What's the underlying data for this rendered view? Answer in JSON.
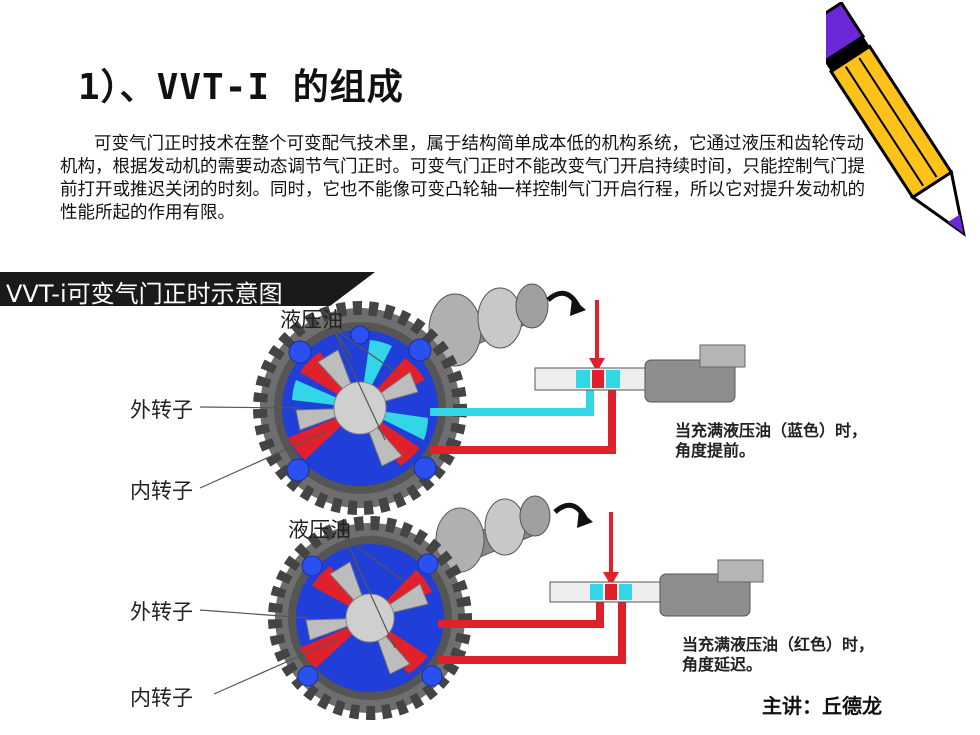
{
  "title": "1）、VVT-I 的组成",
  "paragraph": "可变气门正时技术在整个可变配气技术里，属于结构简单成本低的机构系统，它通过液压和齿轮传动机构，根据发动机的需要动态调节气门正时。可变气门正时不能改变气门开启持续时间，只能控制气门提前打开或推迟关闭的时刻。同时，它也不能像可变凸轮轴一样控制气门开启行程，所以它对提升发动机的性能所起的作用有限。",
  "diagram": {
    "banner": "VVT-i可变气门正时示意图",
    "top": {
      "oil_label": "液压油",
      "outer_rotor_label": "外转子",
      "inner_rotor_label": "内转子",
      "note_line1": "当充满液压油（蓝色）时，",
      "note_line2": "角度提前。"
    },
    "bottom": {
      "oil_label": "液压油",
      "outer_rotor_label": "外转子",
      "inner_rotor_label": "内转子",
      "note_line1": "当充满液压油（红色）时，",
      "note_line2": "角度延迟。"
    }
  },
  "speaker": "主讲：丘德龙",
  "colors": {
    "oil_blue": "#33d6e6",
    "oil_red": "#e0202a",
    "rotor_blue": "#1f3fd8",
    "pencil_yellow": "#ffc21a",
    "pencil_purple": "#6a28d8"
  }
}
